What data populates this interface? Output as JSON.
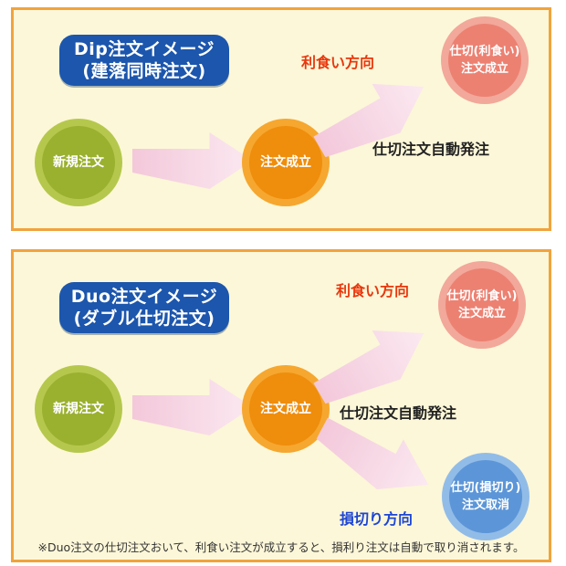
{
  "colors": {
    "panel_bg": "#FCF7D8",
    "panel_border": "#F1A33C",
    "badge_bg": "#1C56AD",
    "green_outer": "#B5C84D",
    "green_inner": "#9AB02F",
    "orange_outer": "#F6A72F",
    "orange_inner": "#EF8D0C",
    "salmon_outer": "#F2A89A",
    "salmon_inner": "#EC8172",
    "blue_outer": "#92BCE8",
    "blue_inner": "#5C96D8",
    "arrow_start": "#F3C8DA",
    "arrow_end": "#FBE9F1",
    "profit_label": "#E8380D",
    "loss_label": "#1E46D4",
    "auto_label": "#222222",
    "note_color": "#333333"
  },
  "panel_dip": {
    "title_line1": "Dip注文イメージ",
    "title_line2": "(建落同時注文)",
    "new_order": "新規注文",
    "order_filled": "注文成立",
    "profit_direction": "利食い方向",
    "auto_order": "仕切注文自動発注",
    "close_profit_line1": "仕切(利食い)",
    "close_profit_line2": "注文成立"
  },
  "panel_duo": {
    "title_line1": "Duo注文イメージ",
    "title_line2": "(ダブル仕切注文)",
    "new_order": "新規注文",
    "order_filled": "注文成立",
    "profit_direction": "利食い方向",
    "auto_order": "仕切注文自動発注",
    "close_profit_line1": "仕切(利食い)",
    "close_profit_line2": "注文成立",
    "loss_direction": "損切り方向",
    "close_loss_line1": "仕切(損切り)",
    "close_loss_line2": "注文取消",
    "note": "※Duo注文の仕切注文おいて、利食い注文が成立すると、損利り注文は自動で取り消されます。"
  }
}
